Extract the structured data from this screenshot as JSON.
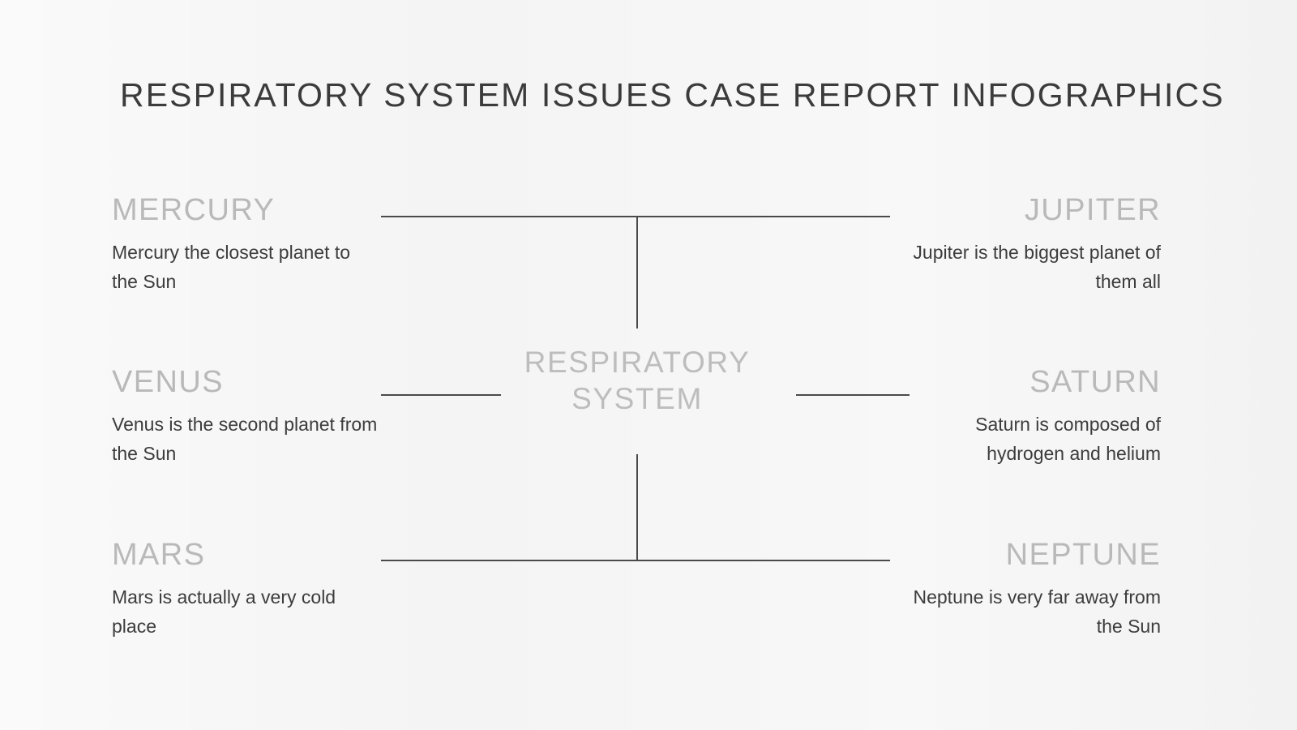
{
  "header": {
    "title": "RESPIRATORY SYSTEM ISSUES CASE REPORT INFOGRAPHICS"
  },
  "center": {
    "line1": "RESPIRATORY",
    "line2": "SYSTEM"
  },
  "colors": {
    "background": "#f4f4f4",
    "title_text": "#3b3b3b",
    "node_title_text": "#b9b9b9",
    "node_desc_text": "#3c3c3c",
    "center_label_text": "#bdbdbd",
    "connector_line": "#4a4a4a"
  },
  "nodes": {
    "left": [
      {
        "title": "MERCURY",
        "description": "Mercury the closest planet to the Sun"
      },
      {
        "title": "VENUS",
        "description": "Venus is the second planet from the Sun"
      },
      {
        "title": "MARS",
        "description": "Mars is actually a very cold place"
      }
    ],
    "right": [
      {
        "title": "JUPITER",
        "description": "Jupiter is the biggest planet of them all"
      },
      {
        "title": "SATURN",
        "description": "Saturn is composed of hydrogen and helium"
      },
      {
        "title": "NEPTUNE",
        "description": "Neptune is very far away from the Sun"
      }
    ]
  }
}
